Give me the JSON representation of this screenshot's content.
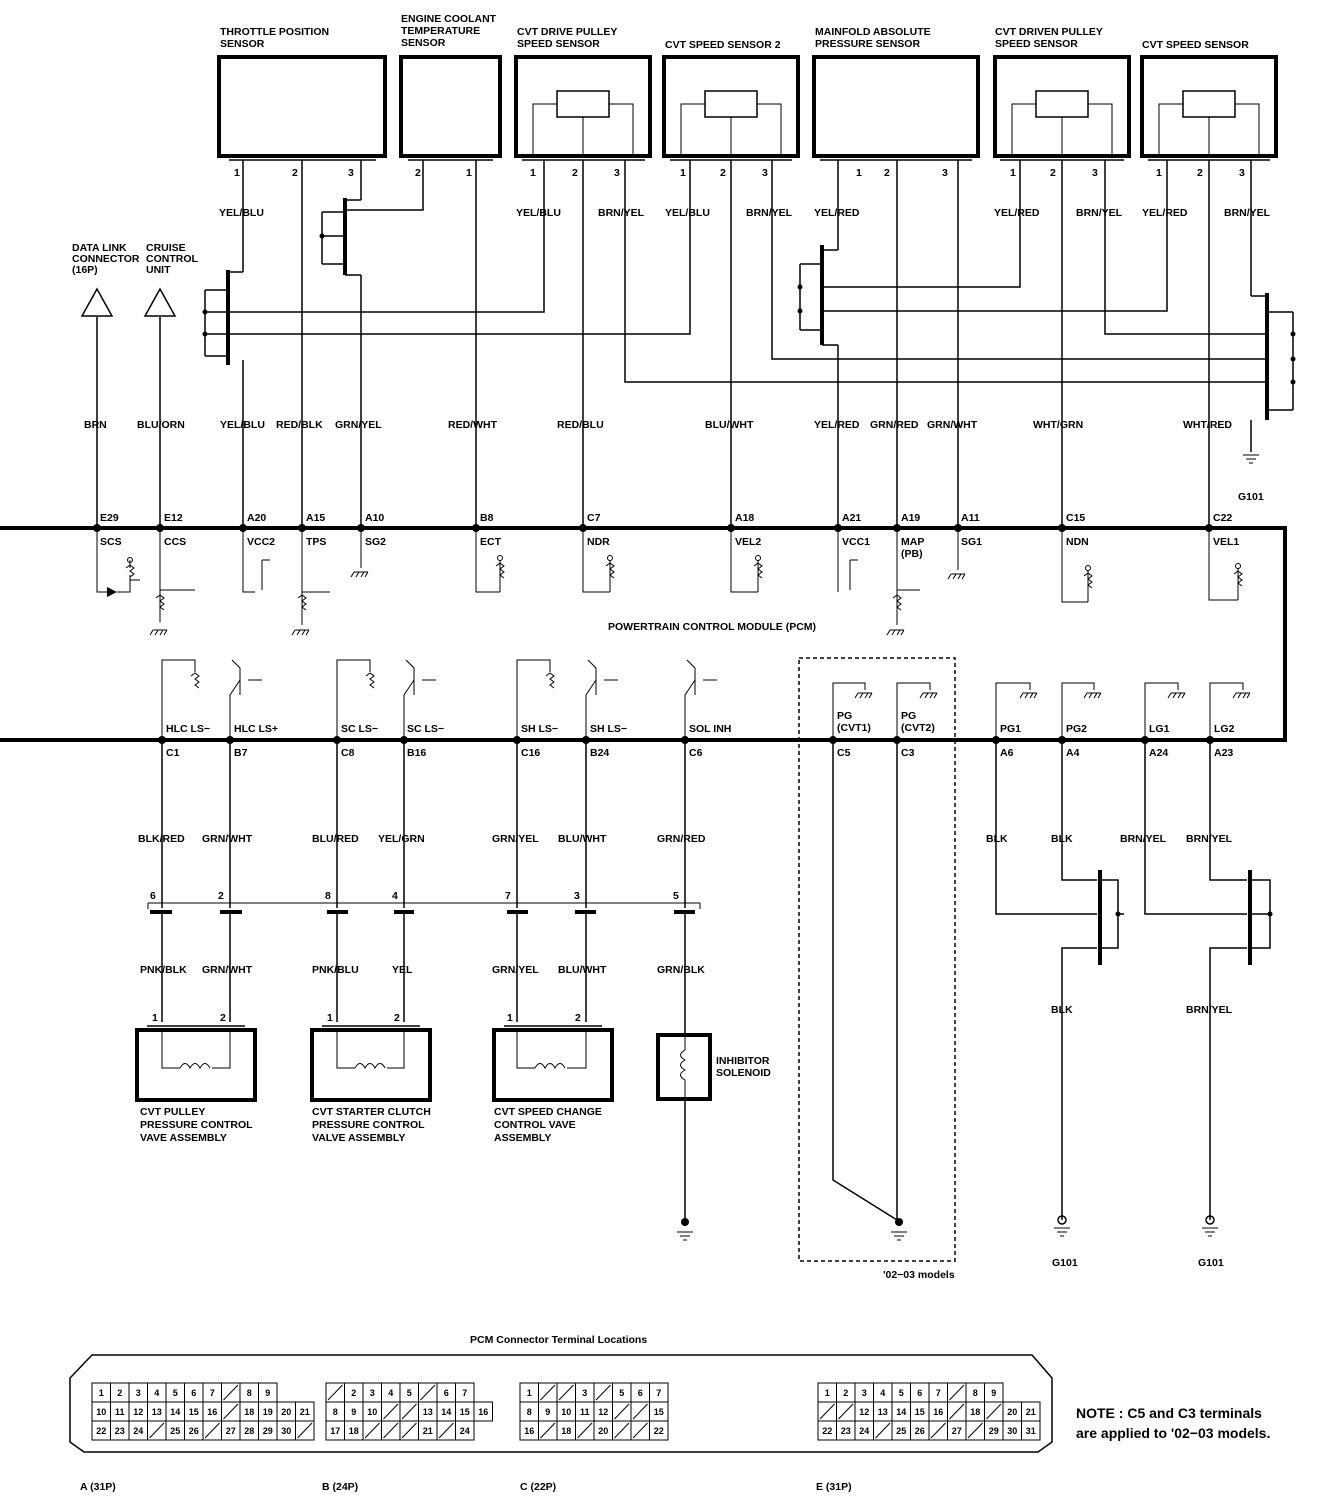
{
  "sensors": {
    "throttle_position": [
      "THROTTLE POSITION",
      "SENSOR"
    ],
    "engine_coolant": [
      "ENGINE COOLANT",
      "TEMPERATURE",
      "SENSOR"
    ],
    "cvt_drive_pulley": [
      "CVT DRIVE PULLEY",
      "SPEED SENSOR"
    ],
    "cvt_speed_2": [
      "CVT SPEED SENSOR 2"
    ],
    "map": [
      "MAINFOLD ABSOLUTE",
      "PRESSURE SENSOR"
    ],
    "cvt_driven_pulley": [
      "CVT DRIVEN PULLEY",
      "SPEED SENSOR"
    ],
    "cvt_speed": [
      "CVT SPEED SENSOR"
    ]
  },
  "left_devices": {
    "data_link": [
      "DATA LINK",
      "CONNECTOR",
      "(16P)"
    ],
    "cruise": [
      "CRUISE",
      "CONTROL",
      "UNIT"
    ]
  },
  "top_pins": [
    "1",
    "2",
    "3",
    "2",
    "1",
    "1",
    "2",
    "3",
    "1",
    "2",
    "3",
    "1",
    "2",
    "3",
    "1",
    "2",
    "3",
    "1",
    "2",
    "3"
  ],
  "top_wire_labels": [
    "YEL/BLU",
    "YEL/BLU",
    "BRN/YEL",
    "YEL/BLU",
    "BRN/YEL",
    "YEL/RED",
    "YEL/RED",
    "BRN/YEL",
    "YEL/RED",
    "BRN/YEL"
  ],
  "pcm_top_wires": [
    "BRN",
    "BLU/ORN",
    "YEL/BLU",
    "RED/BLK",
    "GRN/YEL",
    "RED/WHT",
    "RED/BLU",
    "BLU/WHT",
    "YEL/RED",
    "GRN/RED",
    "GRN/WHT",
    "WHT/GRN",
    "WHT/RED"
  ],
  "pcm_top_terms": [
    "E29",
    "E12",
    "A20",
    "A15",
    "A10",
    "B8",
    "C7",
    "A18",
    "A21",
    "A19",
    "A11",
    "C15",
    "C22"
  ],
  "pcm_top_funcs": [
    "SCS",
    "CCS",
    "VCC2",
    "TPS",
    "SG2",
    "ECT",
    "NDR",
    "VEL2",
    "VCC1",
    "MAP",
    "SG1",
    "NDN",
    "VEL1"
  ],
  "pcm_top_sub": "(PB)",
  "pcm_title": "POWERTRAIN CONTROL MODULE (PCM)",
  "pcm_bot_funcs": [
    "HLC LS−",
    "HLC LS+",
    "SC LS−",
    "SC LS−",
    "SH LS−",
    "SH LS−",
    "SOL INH",
    "PG",
    "PG",
    "PG1",
    "PG2",
    "LG1",
    "LG2"
  ],
  "pcm_bot_sub": [
    "(CVT1)",
    "(CVT2)"
  ],
  "pcm_bot_terms": [
    "C1",
    "B7",
    "C8",
    "B16",
    "C16",
    "B24",
    "C6",
    "C5",
    "C3",
    "A6",
    "A4",
    "A24",
    "A23"
  ],
  "pcm_bot_wires": [
    "BLK/RED",
    "GRN/WHT",
    "BLU/RED",
    "YEL/GRN",
    "GRN/YEL",
    "BLU/WHT",
    "GRN/RED",
    "BLK",
    "BLK",
    "BRN/YEL",
    "BRN/YEL"
  ],
  "connector_pins": [
    "6",
    "2",
    "8",
    "4",
    "7",
    "3",
    "5"
  ],
  "lower_wires": [
    "PNK/BLK",
    "GRN/WHT",
    "PNK/BLU",
    "YEL",
    "GRN/YEL",
    "BLU/WHT",
    "GRN/BLK"
  ],
  "ground_wires": [
    "BLK",
    "BRN/YEL"
  ],
  "solenoid_pins": [
    "1",
    "2",
    "1",
    "2",
    "1",
    "2"
  ],
  "valves": {
    "pulley": [
      "CVT PULLEY",
      "PRESSURE CONTROL",
      "VAVE ASSEMBLY"
    ],
    "starter": [
      "CVT STARTER CLUTCH",
      "PRESSURE CONTROL",
      "VALVE ASSEMBLY"
    ],
    "speed_change": [
      "CVT SPEED CHANGE",
      "CONTROL VAVE",
      "ASSEMBLY"
    ],
    "inhibitor": [
      "INHIBITOR",
      "SOLENOID"
    ]
  },
  "grounds": [
    "G101",
    "G101",
    "G101"
  ],
  "models_note": "'02−03 models",
  "terminal_title": "PCM Connector Terminal Locations",
  "connectors": [
    {
      "label": "A (31P)",
      "rows": [
        [
          "1",
          "2",
          "3",
          "4",
          "5",
          "6",
          "7",
          "",
          "8",
          "9"
        ],
        [
          "10",
          "11",
          "12",
          "13",
          "14",
          "15",
          "16",
          "",
          "18",
          "19",
          "20",
          "21"
        ],
        [
          "22",
          "23",
          "24",
          "",
          "25",
          "26",
          "",
          "27",
          "28",
          "29",
          "30",
          ""
        ]
      ]
    },
    {
      "label": "B (24P)",
      "rows": [
        [
          "",
          "2",
          "3",
          "4",
          "5",
          "",
          "6",
          "7"
        ],
        [
          "8",
          "9",
          "10",
          "",
          "",
          "13",
          "14",
          "15",
          "16"
        ],
        [
          "17",
          "18",
          "",
          "",
          "",
          "21",
          "",
          "24"
        ]
      ]
    },
    {
      "label": "C (22P)",
      "rows": [
        [
          "1",
          "",
          "",
          "3",
          "",
          "5",
          "6",
          "7"
        ],
        [
          "8",
          "9",
          "10",
          "11",
          "12",
          "",
          "",
          "15"
        ],
        [
          "16",
          "",
          "18",
          "",
          "20",
          "",
          "",
          "22"
        ]
      ]
    },
    {
      "label": "E (31P)",
      "rows": [
        [
          "1",
          "2",
          "3",
          "4",
          "5",
          "6",
          "7",
          "",
          "8",
          "9"
        ],
        [
          "",
          "",
          "12",
          "13",
          "14",
          "15",
          "16",
          "",
          "18",
          "",
          "20",
          "21"
        ],
        [
          "22",
          "23",
          "24",
          "",
          "25",
          "26",
          "",
          "27",
          "",
          "29",
          "30",
          "31"
        ]
      ]
    }
  ],
  "note": [
    "NOTE :  C5 and C3 terminals",
    "are applied to '02−03 models."
  ]
}
